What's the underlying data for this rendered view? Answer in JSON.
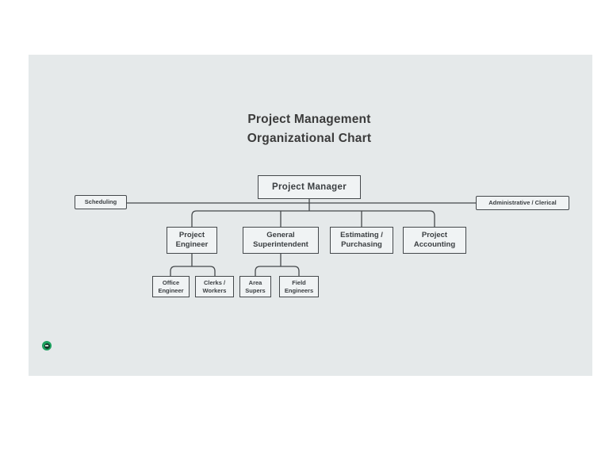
{
  "title": {
    "line1": "Project Management",
    "line2": "Organizational Chart"
  },
  "nodes": {
    "project_manager": {
      "label": "Project Manager"
    },
    "scheduling": {
      "label": "Scheduling"
    },
    "administrative_clerical": {
      "label": "Administrative / Clerical"
    },
    "project_engineer": {
      "label": "Project\nEngineer"
    },
    "general_superintendent": {
      "label": "General\nSuperintendent"
    },
    "estimating_purchasing": {
      "label": "Estimating /\nPurchasing"
    },
    "project_accounting": {
      "label": "Project\nAccounting"
    },
    "office_engineer": {
      "label": "Office\nEngineer"
    },
    "clerks_workers": {
      "label": "Clerks /\nWorkers"
    },
    "area_supers": {
      "label": "Area\nSupers"
    },
    "field_engineers": {
      "label": "Field\nEngineers"
    }
  },
  "hierarchy": {
    "root": "Project Manager",
    "staff_positions": [
      "Scheduling",
      "Administrative / Clerical"
    ],
    "children": {
      "Project Manager": [
        "Project Engineer",
        "General Superintendent",
        "Estimating / Purchasing",
        "Project Accounting"
      ],
      "Project Engineer": [
        "Office Engineer",
        "Clerks / Workers"
      ],
      "General Superintendent": [
        "Area Supers",
        "Field Engineers"
      ]
    }
  },
  "controls": {
    "zoom_out_button": "minus-circle"
  },
  "colors": {
    "panel_background": "#e5e9ea",
    "node_fill": "#f0f3f4",
    "node_border": "#44484b",
    "connector": "#44484b",
    "text": "#3a3e41",
    "accent_green": "#1ca05e"
  }
}
